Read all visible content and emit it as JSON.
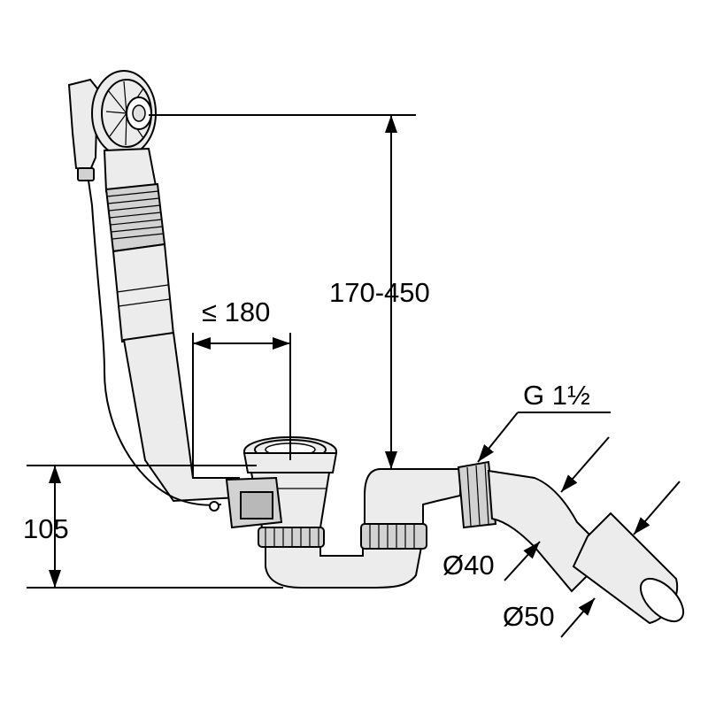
{
  "dimensions": {
    "overflow_height": "170-450",
    "overflow_distance": "≤ 180",
    "trap_height": "105",
    "thread": "G 1½",
    "pipe_diameter_small": "Ø40",
    "pipe_diameter_large": "Ø50"
  }
}
